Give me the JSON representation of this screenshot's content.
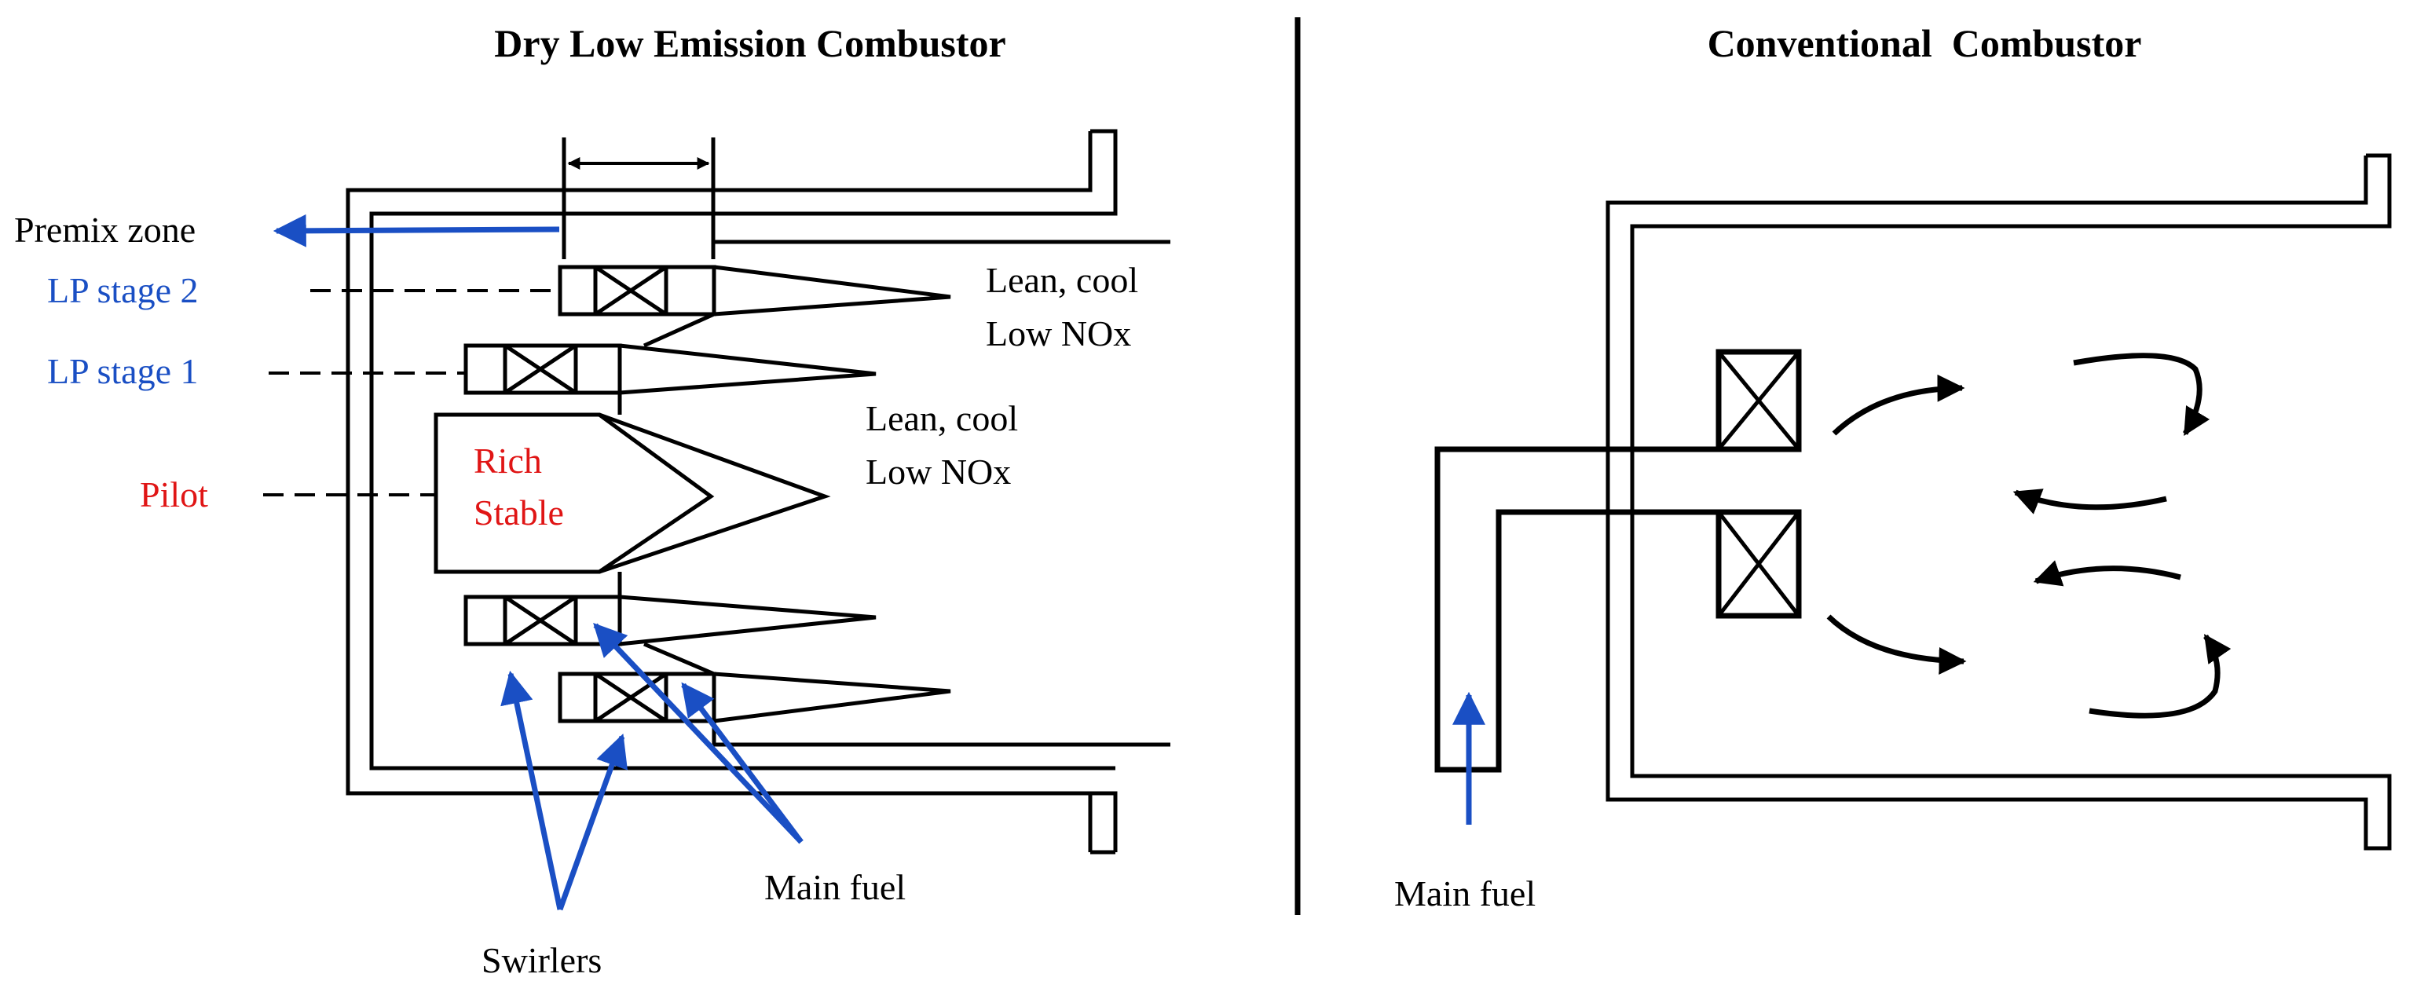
{
  "colors": {
    "ink": "#000000",
    "blue": "#1a4fc4",
    "red": "#e01515"
  },
  "left": {
    "title": "Dry Low Emission Combustor",
    "premix": "Premix zone",
    "lp2": "LP stage 2",
    "lp1": "LP stage 1",
    "pilot": "Pilot",
    "rich1": "Rich",
    "rich2": "Stable",
    "lean_upper_1": "Lean, cool",
    "lean_upper_2": "Low NOx",
    "lean_mid_1": "Lean, cool",
    "lean_mid_2": "Low NOx",
    "main_fuel": "Main fuel",
    "swirlers": "Swirlers"
  },
  "right": {
    "title": "Conventional  Combustor",
    "main_fuel": "Main fuel"
  }
}
